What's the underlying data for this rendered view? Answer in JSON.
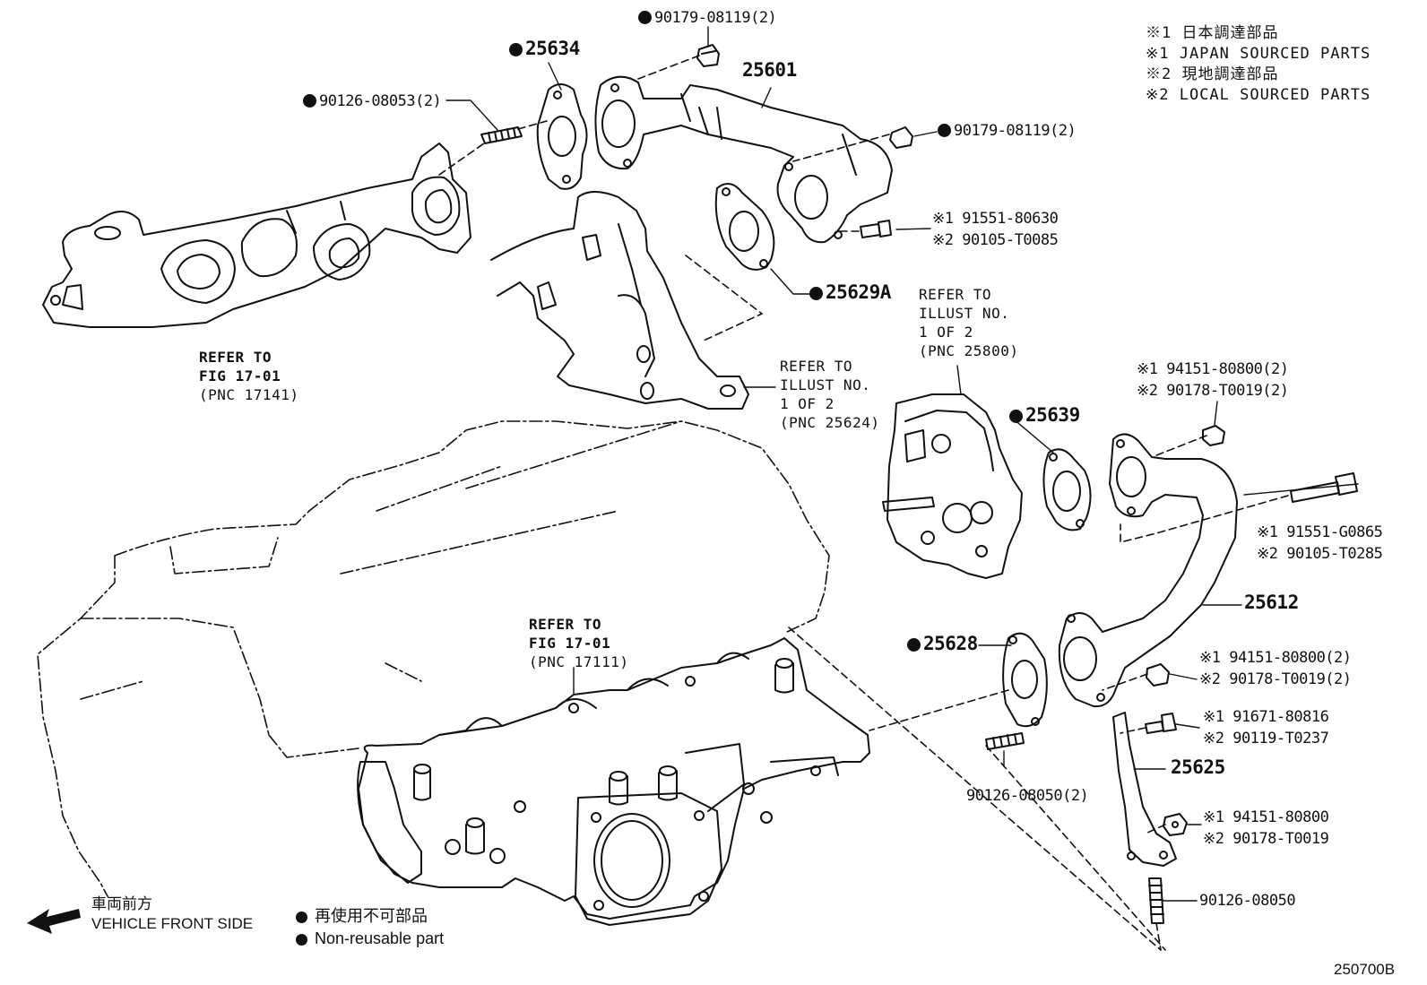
{
  "legend": {
    "lines": [
      "※1 日本調達部品",
      "※1 JAPAN SOURCED PARTS",
      "※2 現地調達部品",
      "※2 LOCAL SOURCED PARTS"
    ]
  },
  "callouts": {
    "p90179_top": "90179-08119(2)",
    "p25634": "25634",
    "p25601": "25601",
    "p90126_top": "90126-08053(2)",
    "p90179_right": "90179-08119(2)",
    "p91551_80630": "※1 91551-80630",
    "p90105_T0085": "※2 90105-T0085",
    "p25629A": "25629A",
    "p25639": "25639",
    "p94151_2_top_a": "※1 94151-80800(2)",
    "p94151_2_top_b": "※2 90178-T0019(2)",
    "p91551_G0865": "※1 91551-G0865",
    "p90105_T0285": "※2 90105-T0285",
    "p25612": "25612",
    "p25628": "25628",
    "p94151_2_mid_a": "※1 94151-80800(2)",
    "p94151_2_mid_b": "※2 90178-T0019(2)",
    "p91671": "※1 91671-80816",
    "p90119": "※2 90119-T0237",
    "p25625": "25625",
    "p94151_a": "※1 94151-80800",
    "p90178_b": "※2 90178-T0019",
    "p90126_08050_2": "90126-08050(2)",
    "p90126_08050": "90126-08050"
  },
  "refs": {
    "ref_17141": [
      "REFER TO",
      "FIG 17-01",
      "(PNC 17141)"
    ],
    "ref_25800": [
      "REFER TO",
      "ILLUST NO.",
      "1 OF 2",
      "(PNC 25800)"
    ],
    "ref_25624": [
      "REFER TO",
      "ILLUST NO.",
      "1 OF 2",
      "(PNC 25624)"
    ],
    "ref_17111": [
      "REFER TO",
      "FIG 17-01",
      "(PNC 17111)"
    ]
  },
  "footer": {
    "front_jp": "車両前方",
    "front_en": "VEHICLE FRONT SIDE",
    "nonreuse_jp": "再使用不可部品",
    "nonreuse_en": "Non-reusable part",
    "figure_id": "250700B"
  },
  "icons": {
    "non_reusable_marker": "filled-circle",
    "front_arrow": "arrow-left"
  }
}
